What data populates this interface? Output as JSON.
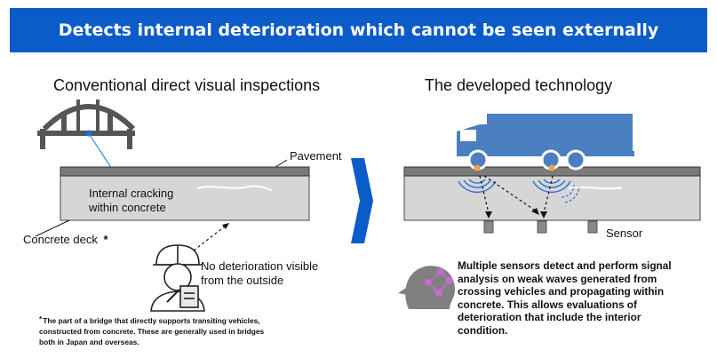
{
  "banner_title": "Detects internal deterioration which cannot be seen externally",
  "left_panel": {
    "heading": "Conventional direct visual inspections",
    "pavement_label": "Pavement",
    "cracking_label_1": "Internal cracking",
    "cracking_label_2": "within concrete",
    "deck_label": "Concrete deck",
    "asterisk": "*",
    "no_deterioration_1": "No deterioration visible",
    "no_deterioration_2": "from the outside",
    "footnote_mark": "*",
    "footnote_1": "The part of a bridge that directly supports transiting vehicles,",
    "footnote_2": "constructed from concrete. These are generally used in bridges",
    "footnote_3": "both in Japan and overseas."
  },
  "right_panel": {
    "heading": "The developed technology",
    "sensor_label": "Sensor",
    "description_lines": [
      "Multiple sensors detect and perform signal",
      "analysis on weak waves generated from",
      "crossing vehicles and propagating within",
      "concrete. This allows evaluations of",
      "deterioration that include the interior",
      "condition."
    ]
  },
  "colors": {
    "banner": "#0b5cc9",
    "truck": "#4a7fc1",
    "deck": "#d6d6d6",
    "pavement": "#7a7a7a",
    "wave": "#2f6fd1",
    "ai_icon": "#808080",
    "ai_nodes": "#c86ad0"
  }
}
